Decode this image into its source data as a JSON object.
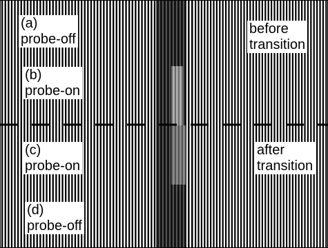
{
  "panels": {
    "a": {
      "tag": "(a)",
      "state": "probe-off"
    },
    "b": {
      "tag": "(b)",
      "state": "probe-on"
    },
    "c": {
      "tag": "(c)",
      "state": "probe-on"
    },
    "d": {
      "tag": "(d)",
      "state": "probe-off"
    }
  },
  "side_labels": {
    "before": {
      "line1": "before",
      "line2": "transition"
    },
    "after": {
      "line1": "after",
      "line2": "transition"
    }
  },
  "colors": {
    "stripe_dark": "#000000",
    "stripe_light": "#ffffff",
    "divider": "#000000"
  }
}
